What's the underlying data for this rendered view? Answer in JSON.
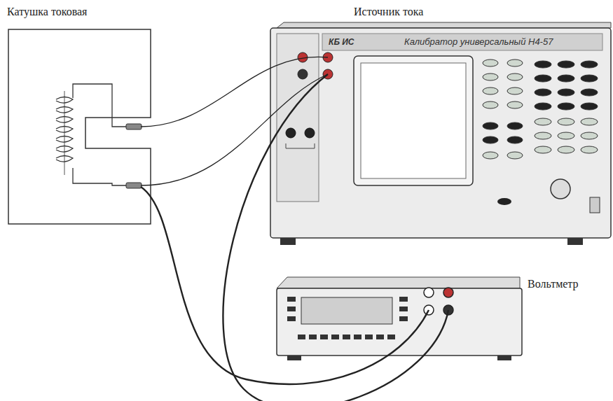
{
  "diagram": {
    "nodes": [
      {
        "text": [
          "Катушка токовая"
        ]
      },
      {
        "text": [
          "Источник тока",
          "КБ ИС",
          "Калибратор универсальный Н4-57"
        ]
      },
      {
        "text": [
          "Вольтметр"
        ]
      }
    ],
    "edges": [
      {
        "from": 0,
        "to": 1,
        "arrow": "none"
      },
      {
        "from": 0,
        "to": 1,
        "arrow": "none"
      },
      {
        "from": 0,
        "to": 2,
        "arrow": "none"
      },
      {
        "from": 1,
        "to": 2,
        "arrow": "none"
      }
    ]
  }
}
